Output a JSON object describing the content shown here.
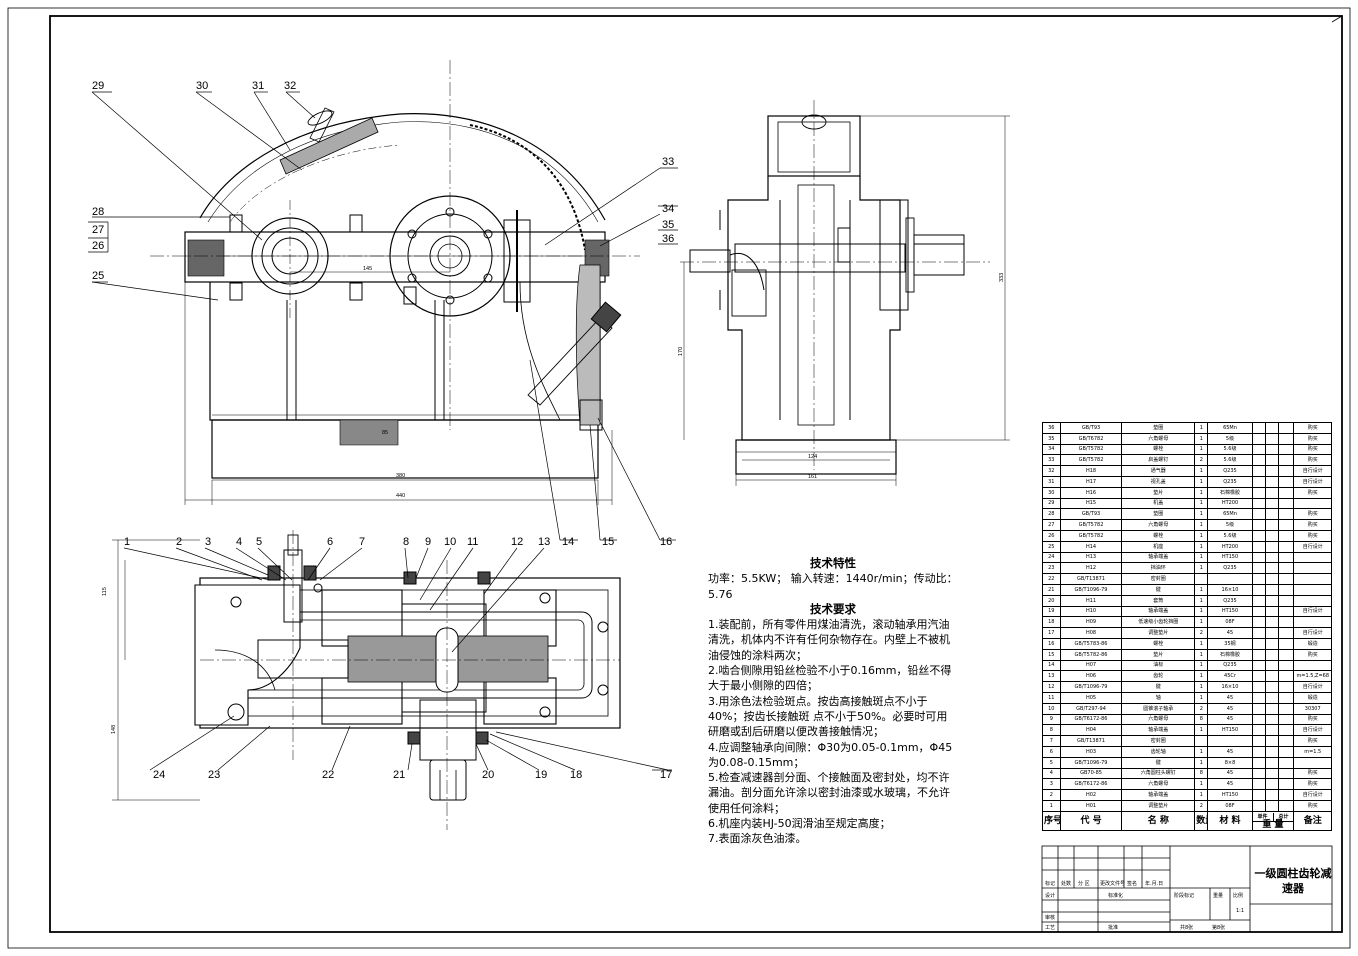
{
  "callouts_top": [
    "29",
    "30",
    "31",
    "32",
    "33",
    "28",
    "27",
    "26",
    "34",
    "35",
    "36",
    "25",
    "14",
    "15",
    "16"
  ],
  "callouts_bottom": [
    "1",
    "2",
    "3",
    "4",
    "5",
    "6",
    "7",
    "8",
    "9",
    "10",
    "11",
    "12",
    "13",
    "24",
    "23",
    "22",
    "21",
    "20",
    "19",
    "18",
    "17"
  ],
  "dims": {
    "d145": "145",
    "d380": "380",
    "d440": "440",
    "d124": "124",
    "d161": "161",
    "d170": "170",
    "d333": "333",
    "d115": "115",
    "d148": "148",
    "d85": "85"
  },
  "notes": {
    "spec_title": "技术特性",
    "spec_text": "功率：5.5KW； 输入转速：1440r/min；传动比：5.76",
    "req_title": "技术要求",
    "reqs": [
      "1.装配前，所有零件用煤油清洗，滚动轴承用汽油清洗，机体内不许有任何杂物存在。内壁上不被机油侵蚀的涂料两次；",
      "2.啮合侧隙用铅丝检验不小于0.16mm，铅丝不得大于最小侧隙的四倍；",
      "3.用涂色法检验斑点。按齿高接触斑点不小于40%；按齿长接触斑 点不小于50%。必要时可用研磨或刮后研磨以便改善接触情况；",
      "4.应调整轴承向间隙：Φ30为0.05-0.1mm，Φ45为0.08-0.15mm；",
      "5.检查减速器剖分面、个接触面及密封处，均不许漏油。剖分面允许涂以密封油漆或水玻璃，不允许使用任何涂料；",
      "6.机座内装HJ-50润滑油至规定高度；",
      "7.表面涂灰色油漆。"
    ]
  },
  "bom": [
    [
      "36",
      "GB/T93",
      "垫圈",
      "1",
      "65Mn",
      "",
      "",
      "",
      "购买"
    ],
    [
      "35",
      "GB/T6782",
      "六角螺母",
      "1",
      "5级",
      "",
      "",
      "",
      "购买"
    ],
    [
      "34",
      "GB/T5782",
      "螺栓",
      "1",
      "5.6级",
      "",
      "",
      "",
      "购买"
    ],
    [
      "33",
      "GB/T5782",
      "启盖螺钉",
      "2",
      "5.6级",
      "",
      "",
      "",
      "购买"
    ],
    [
      "32",
      "H18",
      "通气器",
      "1",
      "Q235",
      "",
      "",
      "",
      "自行设计"
    ],
    [
      "31",
      "H17",
      "视孔盖",
      "1",
      "Q235",
      "",
      "",
      "",
      "自行设计"
    ],
    [
      "30",
      "H16",
      "垫片",
      "1",
      "石棉橡胶",
      "",
      "",
      "",
      "购买"
    ],
    [
      "29",
      "H15",
      "机盖",
      "1",
      "HT200",
      "",
      "",
      "",
      ""
    ],
    [
      "28",
      "GB/T93",
      "垫圈",
      "1",
      "65Mn",
      "",
      "",
      "",
      "购买"
    ],
    [
      "27",
      "GB/T5782",
      "六角螺母",
      "1",
      "5级",
      "",
      "",
      "",
      "购买"
    ],
    [
      "26",
      "GB/T5782",
      "螺栓",
      "1",
      "5.6级",
      "",
      "",
      "",
      "购买"
    ],
    [
      "25",
      "H14",
      "机座",
      "1",
      "HT200",
      "",
      "",
      "",
      "自行设计"
    ],
    [
      "24",
      "H13",
      "轴承端盖",
      "1",
      "HT150",
      "",
      "",
      "",
      ""
    ],
    [
      "23",
      "H12",
      "挡油环",
      "1",
      "Q235",
      "",
      "",
      "",
      ""
    ],
    [
      "22",
      "GB/T13871",
      "密封圈",
      "",
      "",
      "",
      "",
      "",
      ""
    ],
    [
      "21",
      "GB/T1096-79",
      "键",
      "1",
      "16×10",
      "",
      "",
      "",
      ""
    ],
    [
      "20",
      "H11",
      "套筒",
      "1",
      "Q235",
      "",
      "",
      "",
      ""
    ],
    [
      "19",
      "H10",
      "轴承端盖",
      "1",
      "HT150",
      "",
      "",
      "",
      "自行设计"
    ],
    [
      "18",
      "H09",
      "低速级小齿轮挡圈",
      "1",
      "08F",
      "",
      "",
      "",
      ""
    ],
    [
      "17",
      "H08",
      "调整垫片",
      "2",
      "45",
      "",
      "",
      "",
      "自行设计"
    ],
    [
      "16",
      "GB/T5783-86",
      "螺栓",
      "1",
      "35钢",
      "",
      "",
      "",
      "锻造"
    ],
    [
      "15",
      "GB/T5782-86",
      "垫片",
      "1",
      "石棉橡胶",
      "",
      "",
      "",
      "购买"
    ],
    [
      "14",
      "H07",
      "油标",
      "1",
      "Q235",
      "",
      "",
      "",
      ""
    ],
    [
      "13",
      "H06",
      "齿轮",
      "1",
      "45Cr",
      "",
      "",
      "",
      "m=1.5,Z=68"
    ],
    [
      "12",
      "GB/T1096-79",
      "键",
      "1",
      "16×10",
      "",
      "",
      "",
      "自行设计"
    ],
    [
      "11",
      "H05",
      "轴",
      "1",
      "45",
      "",
      "",
      "",
      "锻造"
    ],
    [
      "10",
      "GB/T297-94",
      "圆锥滚子轴承",
      "2",
      "45",
      "",
      "",
      "",
      "30307"
    ],
    [
      "9",
      "GB/T6172-86",
      "六角螺母",
      "8",
      "45",
      "",
      "",
      "",
      "购买"
    ],
    [
      "8",
      "H04",
      "轴承端盖",
      "1",
      "HT150",
      "",
      "",
      "",
      "自行设计"
    ],
    [
      "7",
      "GB/T13871",
      "密封圈",
      "",
      "",
      "",
      "",
      "",
      "购买"
    ],
    [
      "6",
      "H03",
      "齿轮轴",
      "1",
      "45",
      "",
      "",
      "",
      "m=1.5"
    ],
    [
      "5",
      "GB/T1096-79",
      "键",
      "1",
      "8×8",
      "",
      "",
      "",
      ""
    ],
    [
      "4",
      "GB70-85",
      "六角圆柱头螺钉",
      "8",
      "45",
      "",
      "",
      "",
      "购买"
    ],
    [
      "3",
      "GB/T6172-86",
      "六角螺母",
      "1",
      "45",
      "",
      "",
      "",
      "购买"
    ],
    [
      "2",
      "H02",
      "轴承端盖",
      "1",
      "HT150",
      "",
      "",
      "",
      "自行设计"
    ],
    [
      "1",
      "H01",
      "调整垫片",
      "2",
      "08F",
      "",
      "",
      "",
      "购买"
    ]
  ],
  "bom_header": {
    "no": "序号",
    "code": "代  号",
    "name": "名    称",
    "qty": "数量",
    "mat": "材  料",
    "unit": "单件",
    "total": "总计",
    "weight": "重  量",
    "remark": "备注"
  },
  "title_block": {
    "drawing_title": "一级圆柱齿轮减速器",
    "labels": [
      "标记",
      "处数",
      "分 区",
      "更改文件号",
      "签名",
      "年.月.日",
      "设计",
      "标准化",
      "审核",
      "工艺",
      "批准",
      "阶段标记",
      "重量",
      "比例",
      "共8张",
      "第8张"
    ],
    "scale": "1:1"
  }
}
